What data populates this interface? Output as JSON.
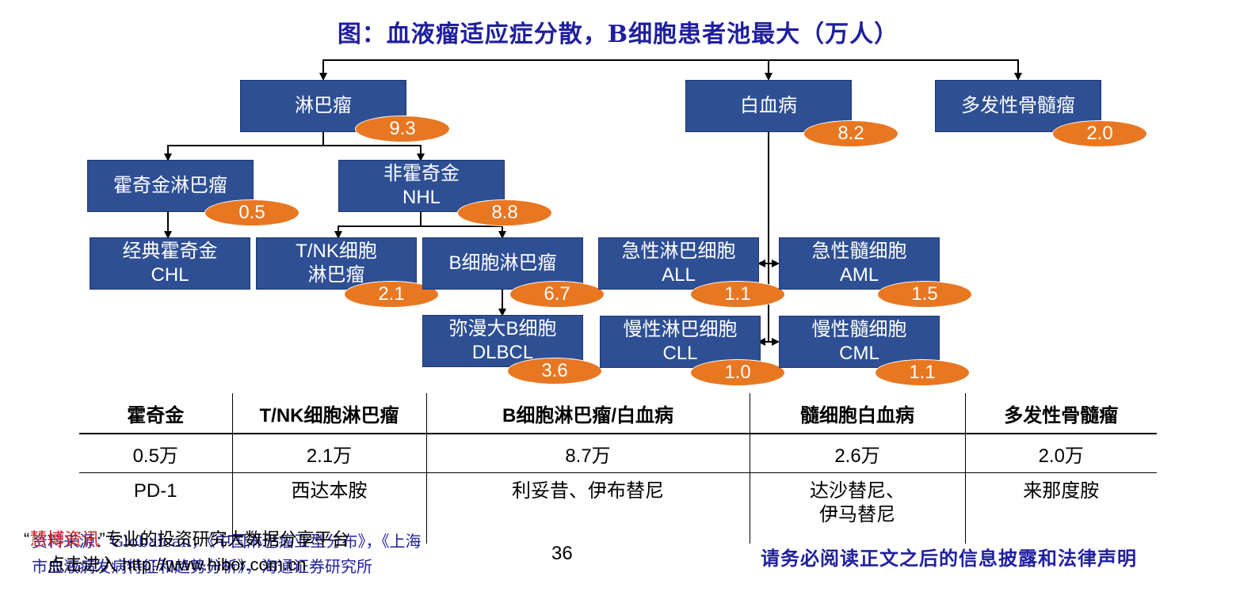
{
  "title": "图：血液瘤适应症分散，B细胞患者池最大（万人）",
  "tree": {
    "lymphoma": {
      "label": [
        "淋巴瘤"
      ],
      "value": "9.3"
    },
    "leukemia": {
      "label": [
        "白血病"
      ],
      "value": "8.2"
    },
    "myeloma": {
      "label": [
        "多发性骨髓瘤"
      ],
      "value": "2.0"
    },
    "hodgkin": {
      "label": [
        "霍奇金淋巴瘤"
      ],
      "value": "0.5"
    },
    "nhl": {
      "label": [
        "非霍奇金",
        "NHL"
      ],
      "value": "8.8"
    },
    "chl": {
      "label": [
        "经典霍奇金",
        "CHL"
      ],
      "value": ""
    },
    "tnk": {
      "label": [
        "T/NK细胞",
        "淋巴瘤"
      ],
      "value": "2.1"
    },
    "bcell": {
      "label": [
        "B细胞淋巴瘤"
      ],
      "value": "6.7"
    },
    "dlbcl": {
      "label": [
        "弥漫大B细胞",
        "DLBCL"
      ],
      "value": "3.6"
    },
    "all": {
      "label": [
        "急性淋巴细胞",
        "ALL"
      ],
      "value": "1.1"
    },
    "aml": {
      "label": [
        "急性髓细胞",
        "AML"
      ],
      "value": "1.5"
    },
    "cll": {
      "label": [
        "慢性淋巴细胞",
        "CLL"
      ],
      "value": "1.0"
    },
    "cml": {
      "label": [
        "慢性髓细胞",
        "CML"
      ],
      "value": "1.1"
    }
  },
  "table": {
    "headers": [
      "霍奇金",
      "T/NK细胞淋巴瘤",
      "B细胞淋巴瘤/白血病",
      "髓细胞白血病",
      "多发性骨髓瘤"
    ],
    "patients": [
      "0.5万",
      "2.1万",
      "8.7万",
      "2.6万",
      "2.0万"
    ],
    "drugs": [
      [
        "PD-1"
      ],
      [
        "西达本胺"
      ],
      [
        "利妥昔、伊布替尼"
      ],
      [
        "达沙替尼、",
        "伊马替尼"
      ],
      [
        "来那度胺"
      ]
    ]
  },
  "footer": {
    "source_line1": "资料来源：Globalcan，《中国淋巴瘤亚型分布》，《上海",
    "source_line2": "市血液病发病特征和趋势分析》，海通证券研究所",
    "watermark_quote_open": "“",
    "watermark_brand": "慧博资讯",
    "watermark_rest": "”专业的投资研究大数据分享平台",
    "watermark_line2": "点击进入 http://www.hibor.com.cn",
    "page_number": "36",
    "disclaimer": "请务必阅读正文之后的信息披露和法律声明"
  },
  "colors": {
    "box": "#2e4f94",
    "badge": "#e87722",
    "title": "#1f1f9e"
  }
}
